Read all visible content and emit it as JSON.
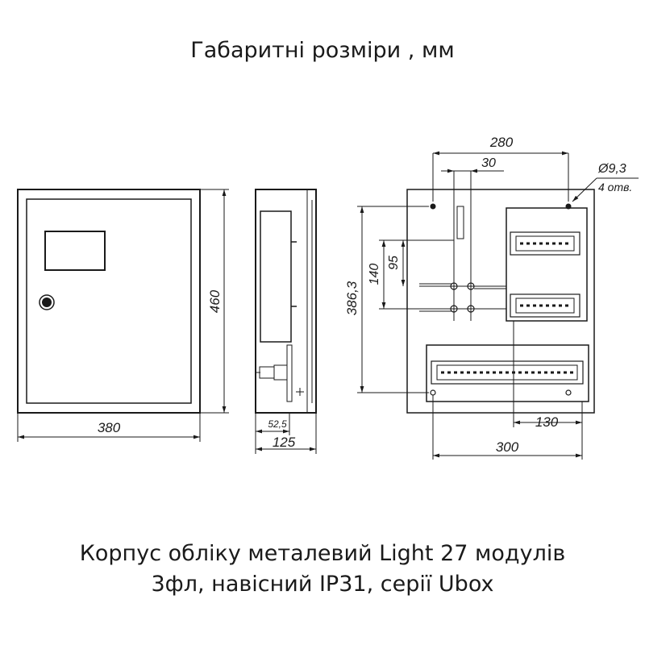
{
  "title": "Габаритні розміри , мм",
  "caption": {
    "line1": "Корпус обліку металевий Light 27 модулів",
    "line2": "3фл, навісний IP31, серії Ubox"
  },
  "front_view": {
    "width_label": "380",
    "height_label": "460"
  },
  "side_view": {
    "depth_label": "125",
    "offset_label": "52,5"
  },
  "rear_view": {
    "top_width_label": "280",
    "top_offset_label": "30",
    "hole_label": "Ø9,3",
    "hole_count_label": "4 отв.",
    "height_label": "386,3",
    "dim_140_label": "140",
    "dim_95_label": "95",
    "bottom_width_label": "300",
    "bottom_offset_label": "130"
  }
}
